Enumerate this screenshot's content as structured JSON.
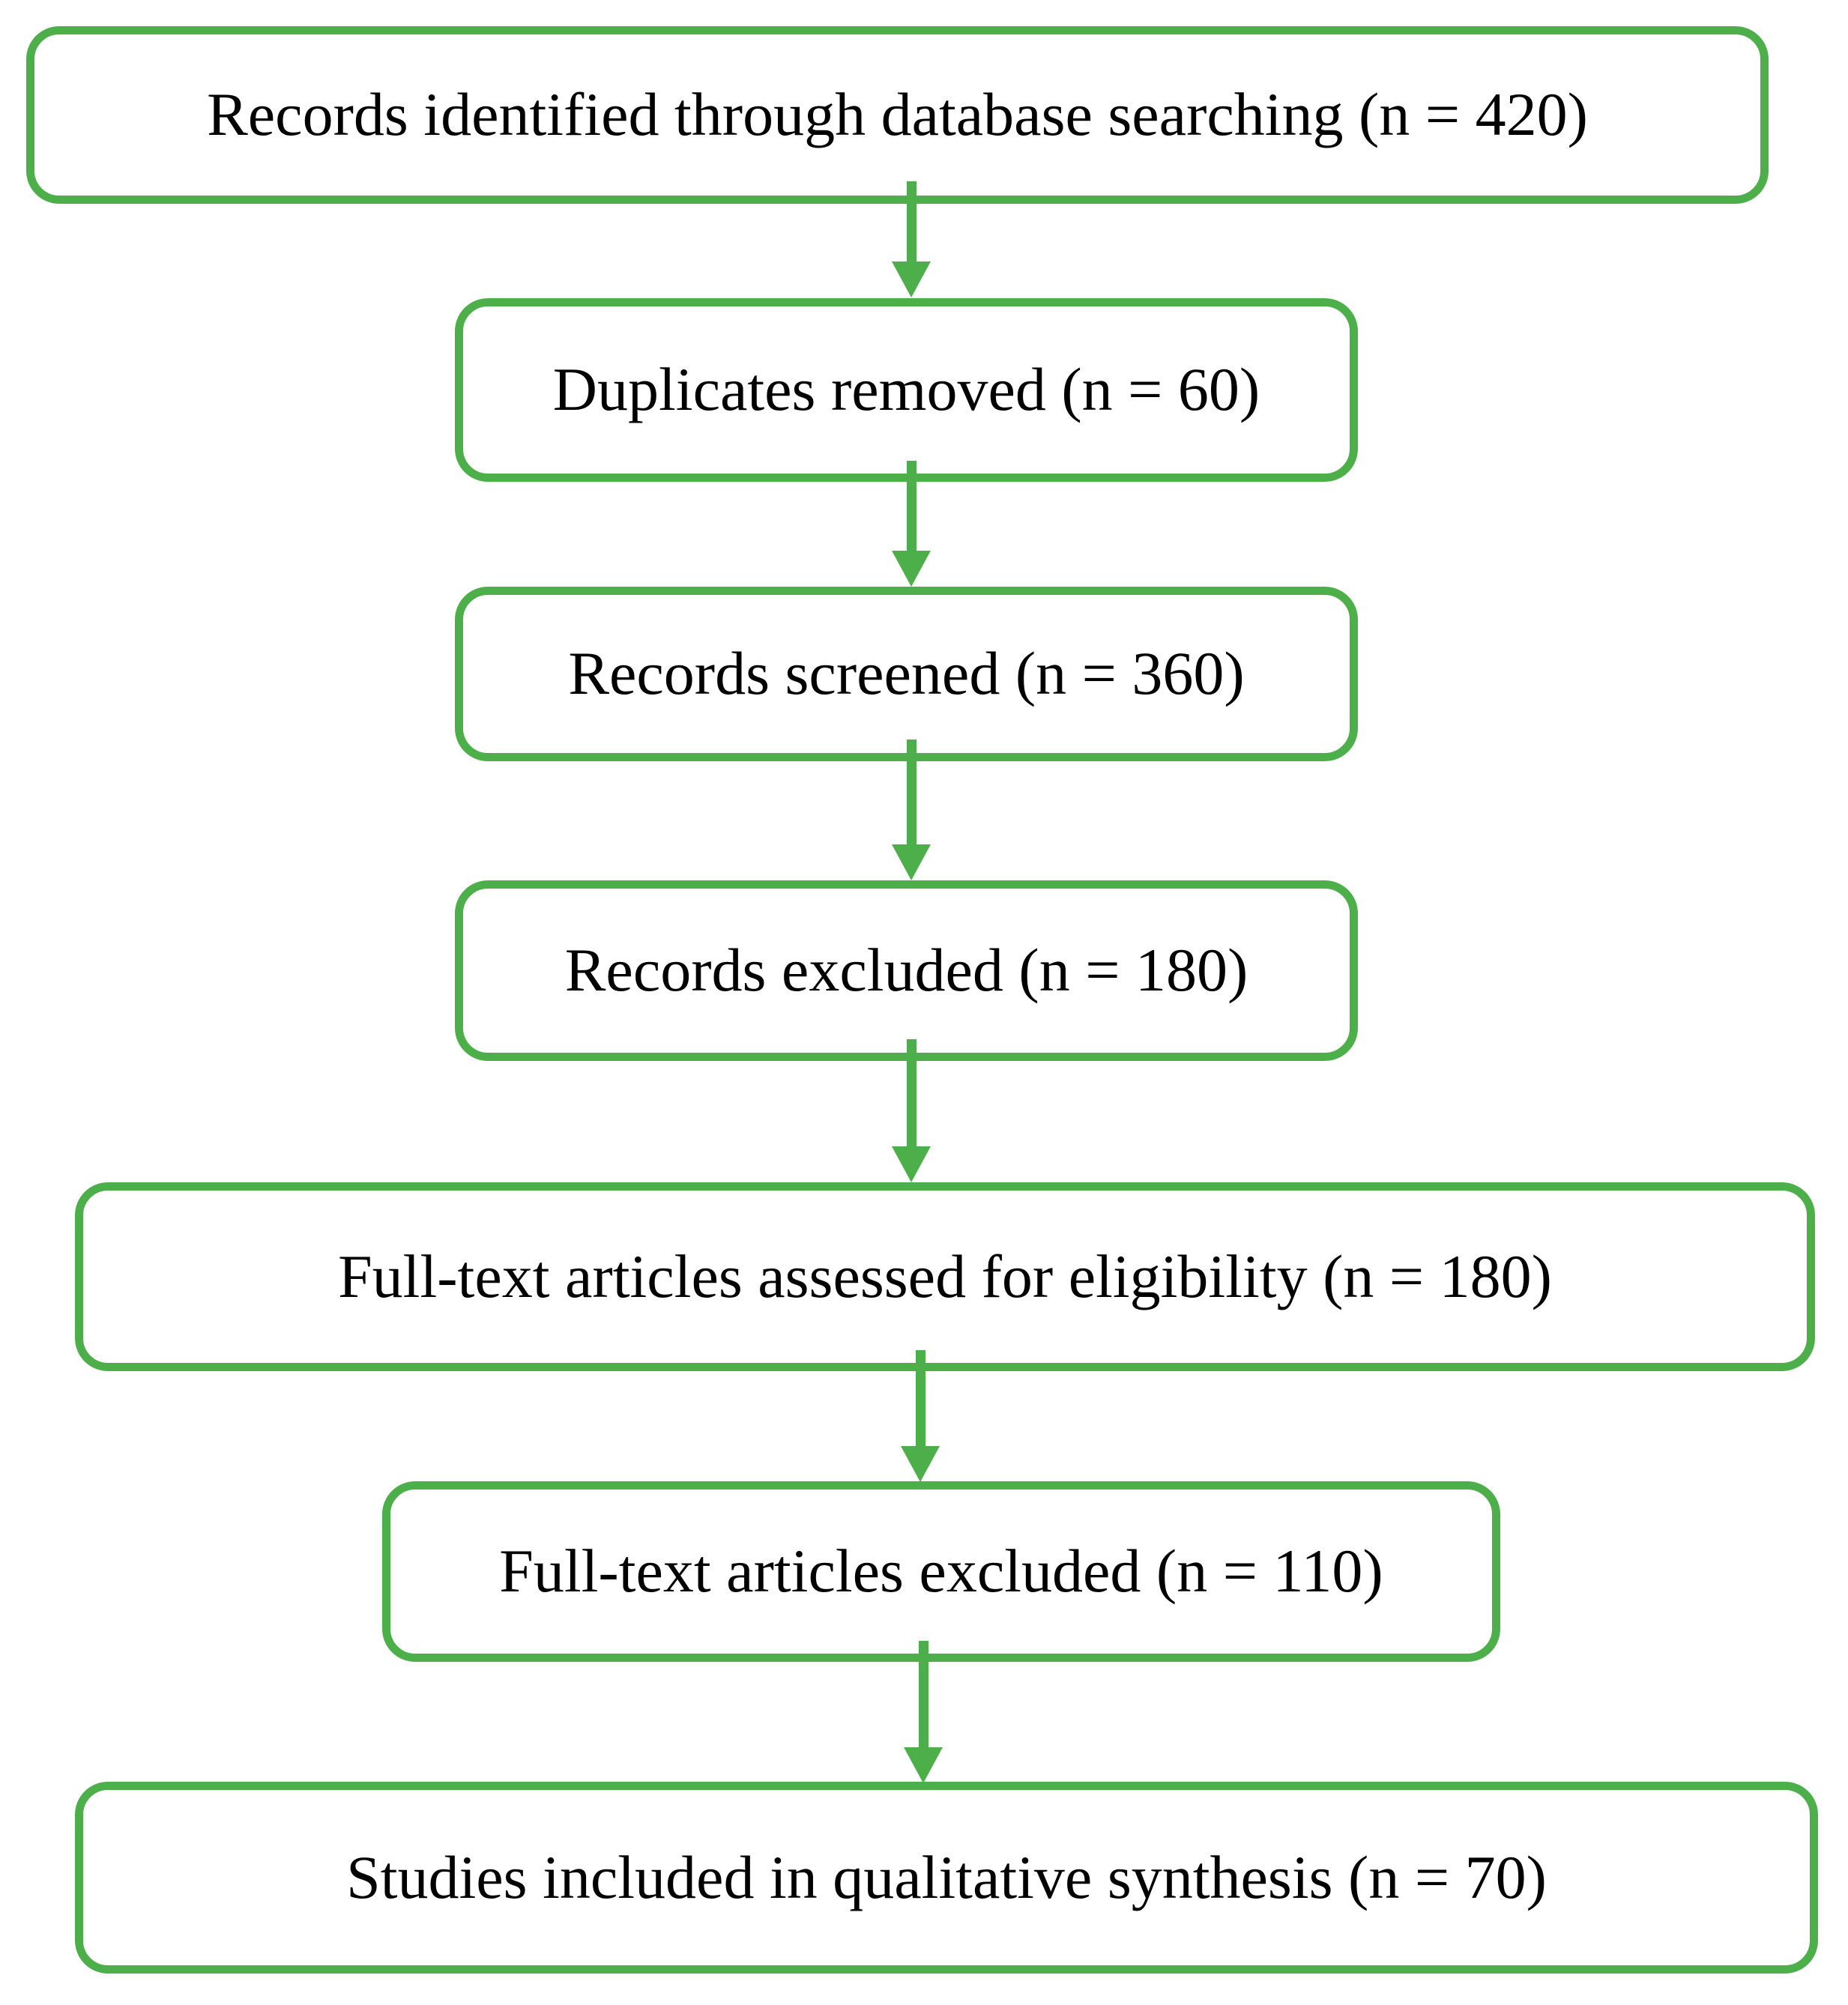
{
  "diagram": {
    "type": "flowchart",
    "accent_color": "#4DAF4A",
    "text_color": "#000000",
    "background_color": "#FFFFFF",
    "nodes": [
      {
        "id": "records-identified",
        "label": "Records identified through database searching (n = 420)"
      },
      {
        "id": "duplicates-removed",
        "label": "Duplicates removed (n = 60)"
      },
      {
        "id": "records-screened",
        "label": "Records screened (n = 360)"
      },
      {
        "id": "records-excluded",
        "label": "Records excluded (n = 180)"
      },
      {
        "id": "fulltext-assessed",
        "label": "Full-text articles assessed for eligibility (n = 180)"
      },
      {
        "id": "fulltext-excluded",
        "label": "Full-text articles excluded (n = 110)"
      },
      {
        "id": "qualitative-synthesis",
        "label": "Studies included in qualitative synthesis (n = 70)"
      }
    ],
    "edges": [
      {
        "from": "records-identified",
        "to": "duplicates-removed"
      },
      {
        "from": "duplicates-removed",
        "to": "records-screened"
      },
      {
        "from": "records-screened",
        "to": "records-excluded"
      },
      {
        "from": "records-excluded",
        "to": "fulltext-assessed"
      },
      {
        "from": "fulltext-assessed",
        "to": "fulltext-excluded"
      },
      {
        "from": "fulltext-excluded",
        "to": "qualitative-synthesis"
      }
    ]
  }
}
